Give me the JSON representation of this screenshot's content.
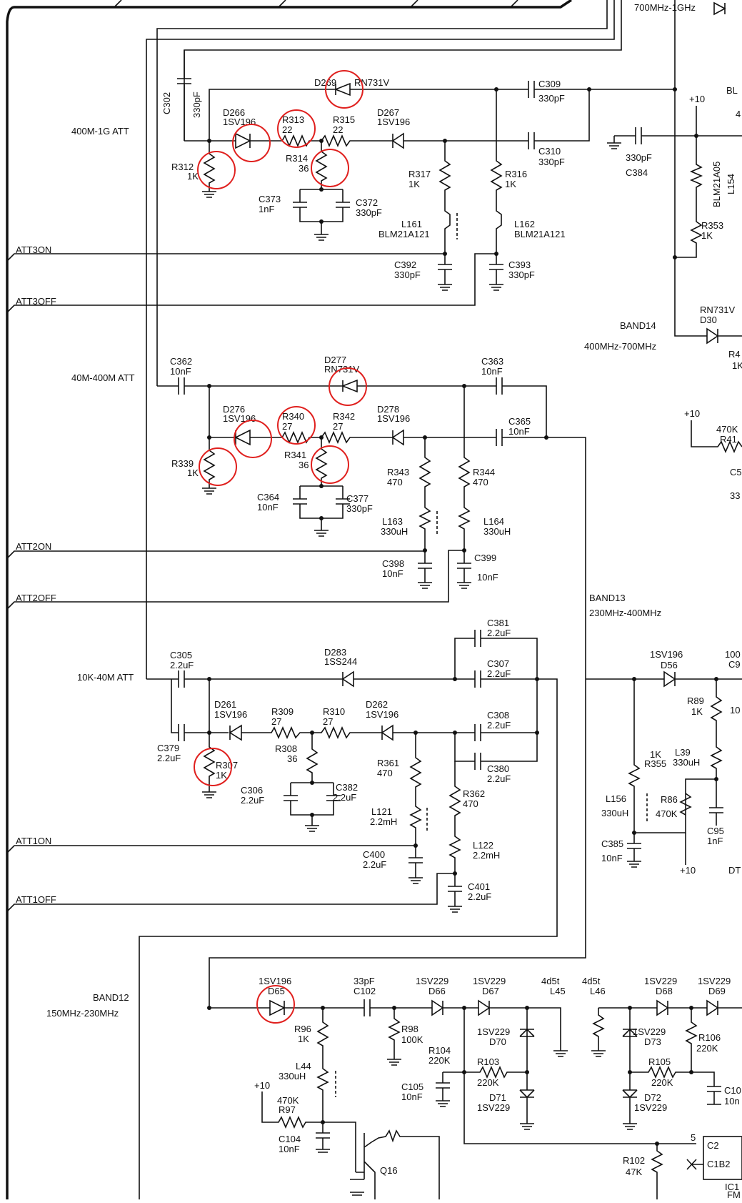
{
  "sections": {
    "att3": "400M-1G ATT",
    "att2": "40M-400M ATT",
    "att1": "10K-40M ATT",
    "band12": "BAND12",
    "band12_range": "150MHz-230MHz",
    "band13": "BAND13",
    "band13_range": "230MHz-400MHz",
    "band14": "BAND14",
    "band14_range": "400MHz-700MHz",
    "band15_range": "700MHz-1GHz"
  },
  "nets": {
    "att3on": "ATT3ON",
    "att3off": "ATT3OFF",
    "att2on": "ATT2ON",
    "att2off": "ATT2OFF",
    "att1on": "ATT1ON",
    "att1off": "ATT1OFF",
    "plus10": "+10"
  },
  "components": {
    "d269": "D269",
    "d269_t": "RN731V",
    "c302": "C302",
    "c302_v": "330pF",
    "c309": "C309",
    "c309_v": "330pF",
    "c310": "C310",
    "c310_v": "330pF",
    "d266": "D266",
    "d266_t": "1SV196",
    "r313": "R313",
    "r313_v": "22",
    "r315": "R315",
    "r315_v": "22",
    "d267": "D267",
    "d267_t": "1SV196",
    "r312": "R312",
    "r312_v": "1K",
    "r314": "R314",
    "r314_v": "36",
    "r317": "R317",
    "r317_v": "1K",
    "r316": "R316",
    "r316_v": "1K",
    "c373": "C373",
    "c373_v": "1nF",
    "c372": "C372",
    "c372_v": "330pF",
    "l161": "L161",
    "l161_t": "BLM21A121",
    "l162": "L162",
    "l162_t": "BLM21A121",
    "c392": "C392",
    "c392_v": "330pF",
    "c393": "C393",
    "c393_v": "330pF",
    "c384_v": "330pF",
    "c384": "C384",
    "l154": "L154",
    "l154_t": "BLM21A05",
    "r353": "R353",
    "r353_v": "1K",
    "d30": "D30",
    "d30_t": "RN731V",
    "bl_frag": "BL",
    "four_frag": "4",
    "r4_frag": "R4",
    "one_k_frag": "1K",
    "c362": "C362",
    "c362_v": "10nF",
    "d277": "D277",
    "d277_t": "RN731V",
    "c363": "C363",
    "c363_v": "10nF",
    "d276": "D276",
    "d276_t": "1SV196",
    "r340": "R340",
    "r340_v": "27",
    "r342": "R342",
    "r342_v": "27",
    "d278": "D278",
    "d278_t": "1SV196",
    "c365": "C365",
    "c365_v": "10nF",
    "r339": "R339",
    "r339_v": "1K",
    "r341": "R341",
    "r341_v": "36",
    "r343": "R343",
    "r343_v": "470",
    "r344": "R344",
    "r344_v": "470",
    "c364": "C364",
    "c364_v": "10nF",
    "c377": "C377",
    "c377_v": "330pF",
    "l163": "L163",
    "l163_v": "330uH",
    "l164": "L164",
    "l164_v": "330uH",
    "c398": "C398",
    "c398_v": "10nF",
    "c399": "C399",
    "c399_v": "10nF",
    "r41_v": "470K",
    "r41": "R41",
    "c5_frag": "C5",
    "c5_v_frag": "33",
    "c305": "C305",
    "c305_v": "2.2uF",
    "d283": "D283",
    "d283_t": "1SS244",
    "c381": "C381",
    "c381_v": "2.2uF",
    "c307": "C307",
    "c307_v": "2.2uF",
    "d261": "D261",
    "d261_t": "1SV196",
    "r309": "R309",
    "r309_v": "27",
    "r310": "R310",
    "r310_v": "27",
    "d262": "D262",
    "d262_t": "1SV196",
    "c308": "C308",
    "c308_v": "2.2uF",
    "c379": "C379",
    "c379_v": "2.2uF",
    "r307": "R307",
    "r307_v": "1K",
    "r308": "R308",
    "r308_v": "36",
    "r361": "R361",
    "r361_v": "470",
    "c380": "C380",
    "c380_v": "2.2uF",
    "c306": "C306",
    "c306_v": "2.2uF",
    "c382": "C382",
    "c382_v": "2.2uF",
    "r362": "R362",
    "r362_v": "470",
    "l121": "L121",
    "l121_v": "2.2mH",
    "l122": "L122",
    "l122_v": "2.2mH",
    "c400": "C400",
    "c400_v": "2.2uF",
    "c401": "C401",
    "c401_v": "2.2uF",
    "d56_t": "1SV196",
    "d56": "D56",
    "r89": "R89",
    "r89_v": "1K",
    "frag100": "100",
    "frag_c9": "C9",
    "frag10": "10",
    "r355": "R355",
    "r355_v": "1K",
    "l39": "L39",
    "l39_v": "330uH",
    "l156": "L156",
    "l156_v": "330uH",
    "r86": "R86",
    "r86_v": "470K",
    "c95": "C95",
    "c95_v": "1nF",
    "c385": "C385",
    "c385_v": "10nF",
    "dt_frag": "DT",
    "d65_t": "1SV196",
    "d65": "D65",
    "c102_v": "33pF",
    "c102": "C102",
    "d66_t": "1SV229",
    "d66": "D66",
    "d67_t": "1SV229",
    "d67": "D67",
    "l45_t": "4d5t",
    "l45": "L45",
    "l46_t": "4d5t",
    "l46": "L46",
    "d68_t": "1SV229",
    "d68": "D68",
    "d69_t": "1SV229",
    "d69": "D69",
    "r96": "R96",
    "r96_v": "1K",
    "r98": "R98",
    "r98_v": "100K",
    "d70_t": "1SV229",
    "d70": "D70",
    "d73_t": "1SV229",
    "d73": "D73",
    "r106": "R106",
    "r106_v": "220K",
    "r104": "R104",
    "r104_v": "220K",
    "r103": "R103",
    "r103_v": "220K",
    "r105": "R105",
    "r105_v": "220K",
    "l44": "L44",
    "l44_v": "330uH",
    "c105": "C105",
    "c105_v": "10nF",
    "d71": "D71",
    "d71_t": "1SV229",
    "d72": "D72",
    "d72_t": "1SV229",
    "frag_c10": "C10",
    "frag_10n": "10n",
    "r97_v": "470K",
    "r97": "R97",
    "c104": "C104",
    "c104_v": "10nF",
    "q16": "Q16",
    "r102": "R102",
    "r102_v": "47K",
    "ic_pin5": "5",
    "ic_c2": "C2",
    "ic_c1b2": "C1B2",
    "ic_frag": "IC1",
    "fm_frag": "FM"
  }
}
